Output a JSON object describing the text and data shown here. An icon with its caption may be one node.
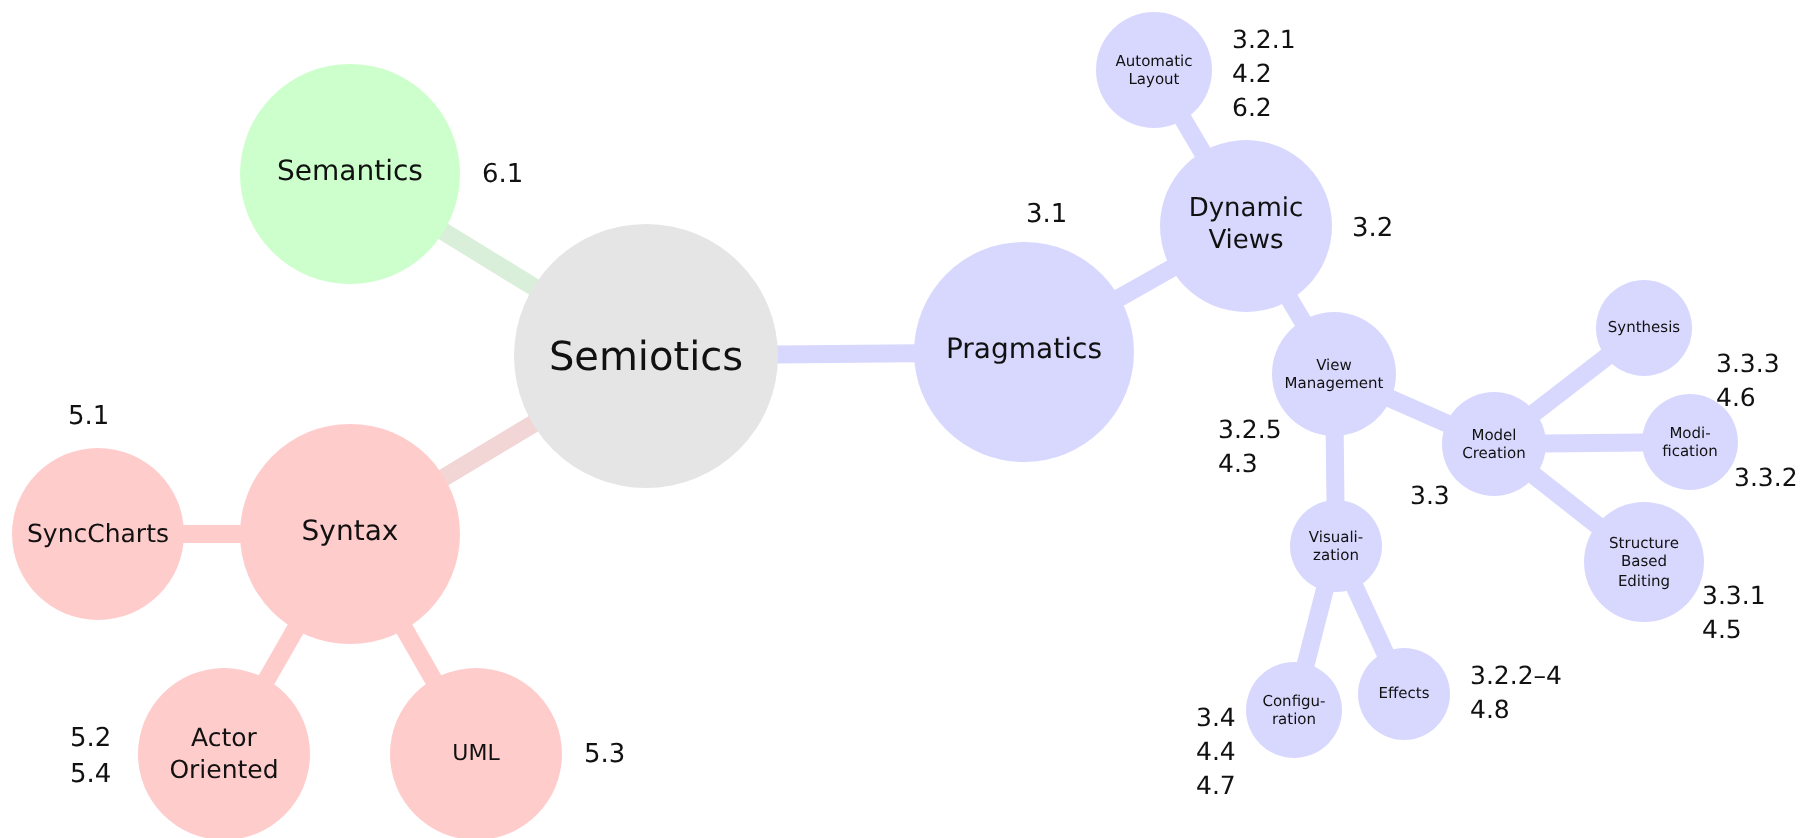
{
  "diagram": {
    "nodes": [
      {
        "text": [
          "Semiotics"
        ]
      },
      {
        "text": [
          "Semantics"
        ],
        "beside": [
          "6.1"
        ]
      },
      {
        "text": [
          "Syntax"
        ]
      },
      {
        "text": [
          "SyncCharts"
        ],
        "beside": [
          "5.1"
        ]
      },
      {
        "text": [
          "Actor Oriented"
        ],
        "beside": [
          "5.2",
          "5.4"
        ]
      },
      {
        "text": [
          "UML"
        ],
        "beside": [
          "5.3"
        ]
      },
      {
        "text": [
          "Pragmatics"
        ],
        "beside": [
          "3.1"
        ]
      },
      {
        "text": [
          "Dynamic Views"
        ],
        "beside": [
          "3.2"
        ]
      },
      {
        "text": [
          "Automatic Layout"
        ],
        "beside": [
          "3.2.1",
          "4.2",
          "6.2"
        ]
      },
      {
        "text": [
          "View Management"
        ],
        "beside": [
          "3.2.5",
          "4.3"
        ]
      },
      {
        "text": [
          "Visuali- zation"
        ]
      },
      {
        "text": [
          "Configu- ration"
        ],
        "beside": [
          "3.4",
          "4.4",
          "4.7"
        ]
      },
      {
        "text": [
          "Effects"
        ],
        "beside": [
          "3.2.2–4",
          "4.8"
        ]
      },
      {
        "text": [
          "Model Creation"
        ],
        "beside": [
          "3.3"
        ]
      },
      {
        "text": [
          "Synthesis"
        ],
        "beside": [
          "3.3.3",
          "4.6"
        ]
      },
      {
        "text": [
          "Modi- fication"
        ],
        "beside": [
          "3.3.2"
        ]
      },
      {
        "text": [
          "Structure Based Editing"
        ],
        "beside": [
          "3.3.1",
          "4.5"
        ]
      }
    ],
    "edges": [
      {
        "from": 0,
        "to": 1,
        "arrow": "none",
        "color": "#d9efd9"
      },
      {
        "from": 0,
        "to": 2,
        "arrow": "none",
        "color": "#f2d6d6"
      },
      {
        "from": 2,
        "to": 3,
        "arrow": "none",
        "color": "#ffcccc"
      },
      {
        "from": 2,
        "to": 4,
        "arrow": "none",
        "color": "#ffcccc"
      },
      {
        "from": 2,
        "to": 5,
        "arrow": "none",
        "color": "#ffcccc"
      },
      {
        "from": 0,
        "to": 6,
        "arrow": "none"
      },
      {
        "from": 6,
        "to": 7,
        "arrow": "none"
      },
      {
        "from": 7,
        "to": 8,
        "arrow": "none"
      },
      {
        "from": 7,
        "to": 9,
        "arrow": "none"
      },
      {
        "from": 9,
        "to": 10,
        "arrow": "none"
      },
      {
        "from": 10,
        "to": 11,
        "arrow": "none"
      },
      {
        "from": 10,
        "to": 12,
        "arrow": "none"
      },
      {
        "from": 9,
        "to": 13,
        "arrow": "none"
      },
      {
        "from": 13,
        "to": 14,
        "arrow": "none"
      },
      {
        "from": 13,
        "to": 15,
        "arrow": "none"
      },
      {
        "from": 13,
        "to": 16,
        "arrow": "none"
      }
    ]
  }
}
